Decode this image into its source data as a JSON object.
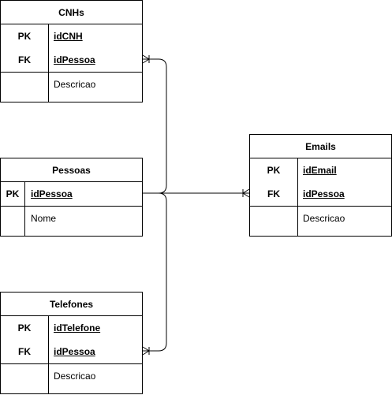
{
  "entities": {
    "cnhs": {
      "title": "CNHs",
      "rows": [
        {
          "key": "PK",
          "field": "idCNH"
        },
        {
          "key": "FK",
          "field": "idPessoa"
        },
        {
          "key": "",
          "field": "Descricao"
        }
      ]
    },
    "pessoas": {
      "title": "Pessoas",
      "rows": [
        {
          "key": "PK",
          "field": "idPessoa"
        },
        {
          "key": "",
          "field": "Nome"
        }
      ]
    },
    "telefones": {
      "title": "Telefones",
      "rows": [
        {
          "key": "PK",
          "field": "idTelefone"
        },
        {
          "key": "FK",
          "field": "idPessoa"
        },
        {
          "key": "",
          "field": "Descricao"
        }
      ]
    },
    "emails": {
      "title": "Emails",
      "rows": [
        {
          "key": "PK",
          "field": "idEmail"
        },
        {
          "key": "FK",
          "field": "idPessoa"
        },
        {
          "key": "",
          "field": "Descricao"
        }
      ]
    }
  },
  "relationships": [
    {
      "from": "Pessoas",
      "to": "CNHs",
      "cardinality": "one-to-many"
    },
    {
      "from": "Pessoas",
      "to": "Emails",
      "cardinality": "one-to-many"
    },
    {
      "from": "Pessoas",
      "to": "Telefones",
      "cardinality": "one-to-many"
    }
  ]
}
